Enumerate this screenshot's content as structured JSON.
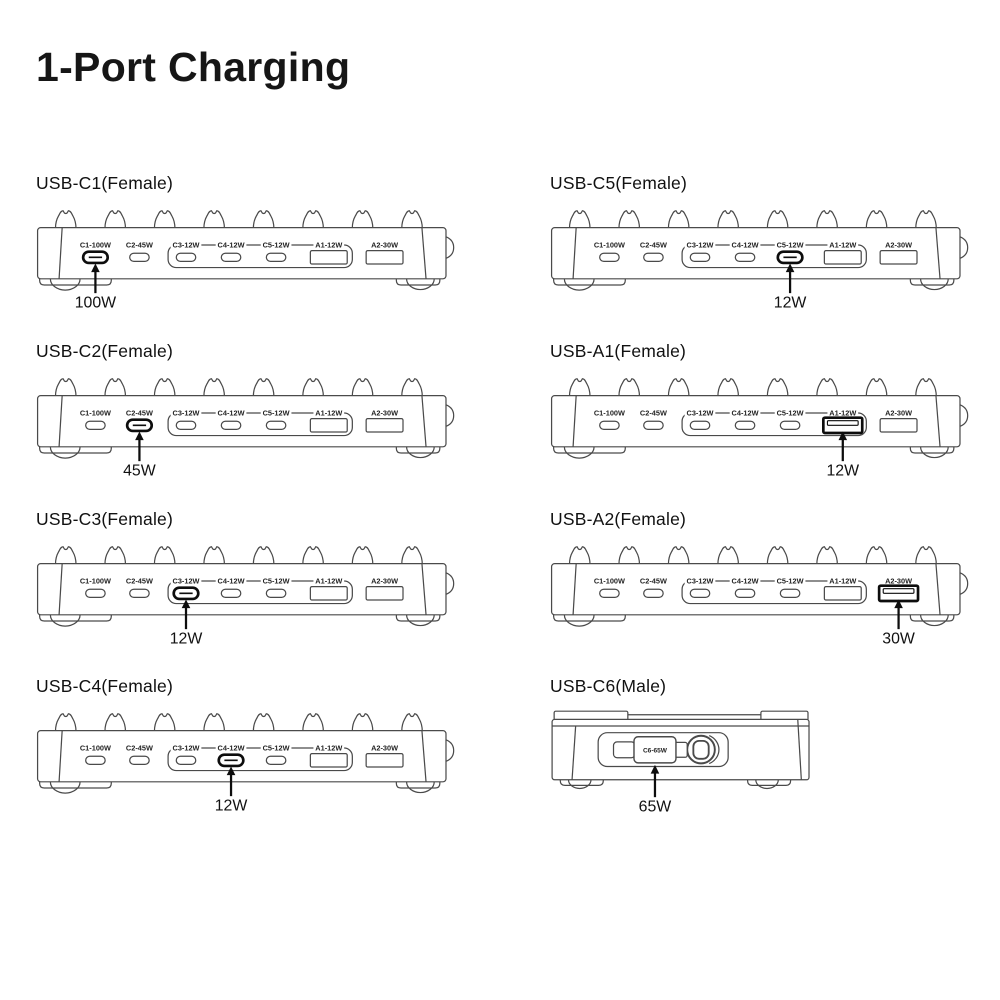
{
  "title": "1-Port Charging",
  "colors": {
    "line": "#4a4a4a",
    "highlight": "#0d0d0d",
    "text": "#1a1a1a"
  },
  "ports": [
    {
      "id": "C1",
      "label": "C1-100W",
      "type": "c"
    },
    {
      "id": "C2",
      "label": "C2-45W",
      "type": "c"
    },
    {
      "id": "C3",
      "label": "C3-12W",
      "type": "c"
    },
    {
      "id": "C4",
      "label": "C4-12W",
      "type": "c"
    },
    {
      "id": "C5",
      "label": "C5-12W",
      "type": "c"
    },
    {
      "id": "A1",
      "label": "A1-12W",
      "type": "a"
    },
    {
      "id": "A2",
      "label": "A2-30W",
      "type": "a"
    }
  ],
  "panels": [
    {
      "heading": "USB-C1(Female)",
      "view": "female",
      "highlight": "C1",
      "callout": "100W"
    },
    {
      "heading": "USB-C5(Female)",
      "view": "female",
      "highlight": "C5",
      "callout": "12W"
    },
    {
      "heading": "USB-C2(Female)",
      "view": "female",
      "highlight": "C2",
      "callout": "45W"
    },
    {
      "heading": "USB-A1(Female)",
      "view": "female",
      "highlight": "A1",
      "callout": "12W"
    },
    {
      "heading": "USB-C3(Female)",
      "view": "female",
      "highlight": "C3",
      "callout": "12W"
    },
    {
      "heading": "USB-A2(Female)",
      "view": "female",
      "highlight": "A2",
      "callout": "30W"
    },
    {
      "heading": "USB-C4(Female)",
      "view": "female",
      "highlight": "C4",
      "callout": "12W"
    },
    {
      "heading": "USB-C6(Male)",
      "view": "male",
      "highlight": "C6",
      "callout": "65W",
      "male_label": "C6-65W"
    }
  ]
}
